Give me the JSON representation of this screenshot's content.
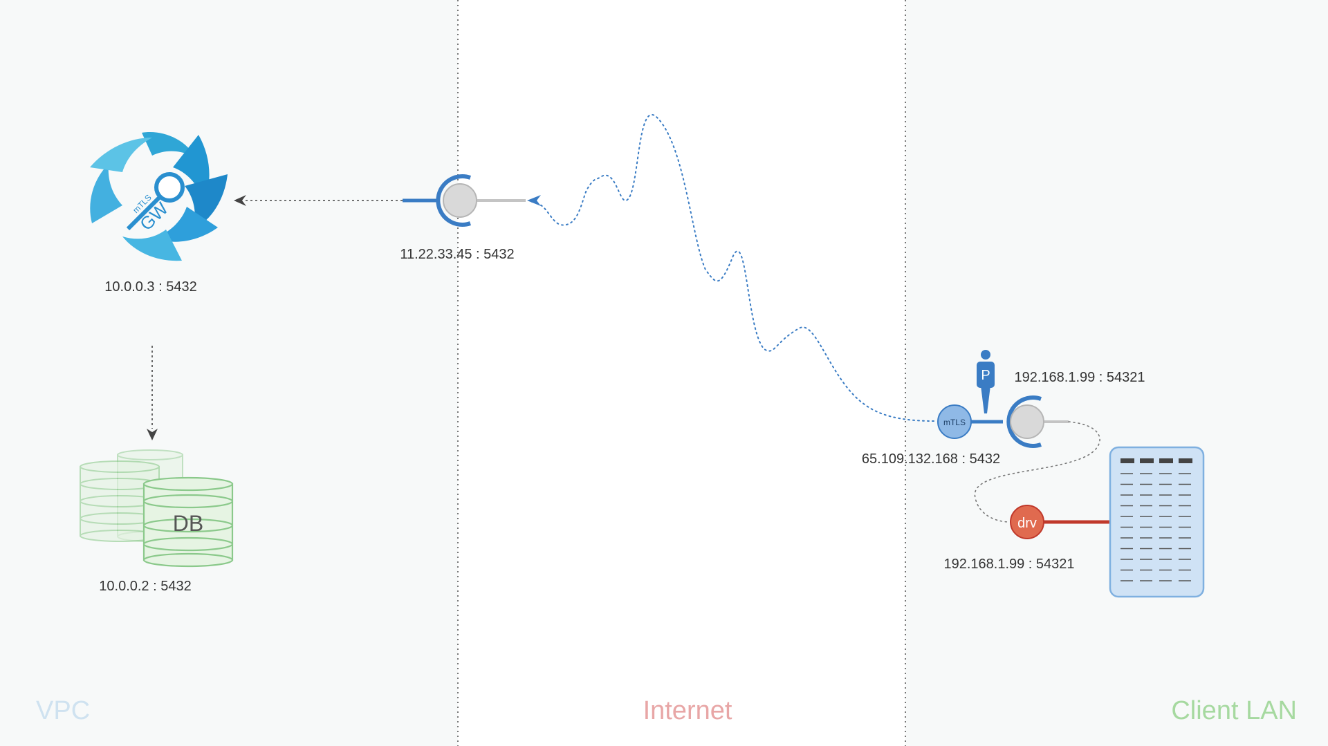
{
  "zones": {
    "vpc": "VPC",
    "internet": "Internet",
    "client_lan": "Client LAN"
  },
  "gateway": {
    "logo_text": "GW",
    "logo_subtext": "mTLS",
    "address": "10.0.0.3 : 5432"
  },
  "database": {
    "label": "DB",
    "address": "10.0.0.2 : 5432"
  },
  "public_endpoint": {
    "address": "11.22.33.45 : 5432"
  },
  "client_proxy": {
    "badge": "mTLS",
    "public_address": "65.109.132.168 : 5432",
    "local_address": "192.168.1.99 : 54321",
    "person_badge": "P"
  },
  "driver": {
    "badge": "drv",
    "address": "192.168.1.99 : 54321"
  },
  "colors": {
    "vpc_bg": "#f7f9f9",
    "client_bg": "#f7f9f9",
    "blue": "#3a7cc4",
    "grey_node": "#d9d9d9",
    "db_green": "#8bc98b",
    "driver_red": "#e06a4f",
    "vpc_label": "#cfe2f0",
    "internet_label": "#e8a6a6",
    "client_label": "#a6d9a0"
  }
}
